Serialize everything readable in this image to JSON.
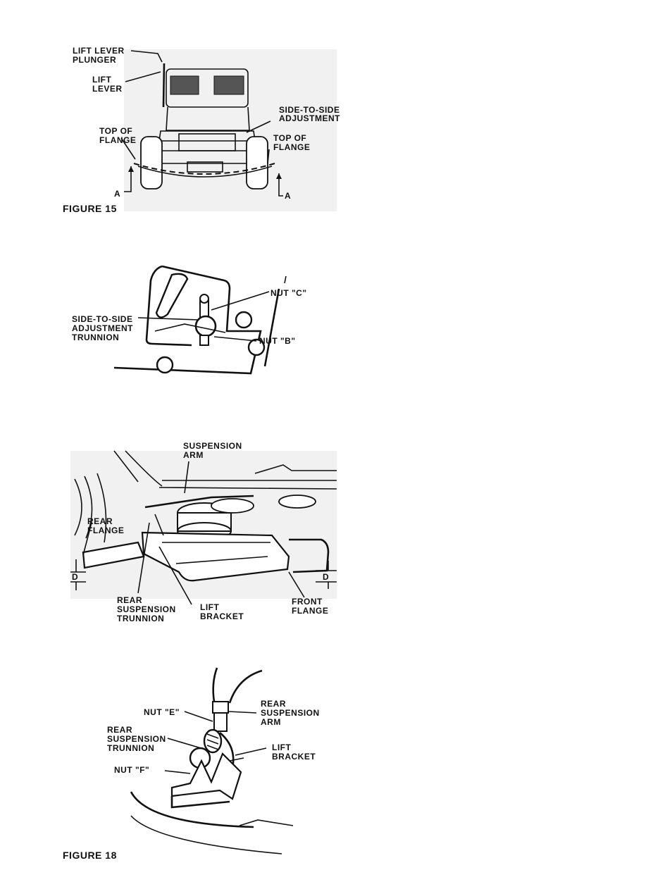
{
  "figure15": {
    "caption": "FIGURE 15",
    "labels": {
      "lift_lever_plunger_1": "LIFT LEVER",
      "lift_lever_plunger_2": "PLUNGER",
      "lift_lever_1": "LIFT",
      "lift_lever_2": "LEVER",
      "side_adj_1": "SIDE-TO-SIDE",
      "side_adj_2": "ADJUSTMENT",
      "top_flange_left_1": "TOP OF",
      "top_flange_left_2": "FLANGE",
      "top_flange_right_1": "TOP OF",
      "top_flange_right_2": "FLANGE",
      "a_left": "A",
      "a_right": "A"
    }
  },
  "figure16": {
    "labels": {
      "trunnion_1": "SIDE-TO-SIDE",
      "trunnion_2": "ADJUSTMENT",
      "trunnion_3": "TRUNNION",
      "nut_c": "NUT \"C\"",
      "nut_b": "NUT \"B\""
    }
  },
  "figure17": {
    "labels": {
      "suspension_arm_1": "SUSPENSION",
      "suspension_arm_2": "ARM",
      "rear_flange_1": "REAR",
      "rear_flange_2": "FLANGE",
      "d_left": "D",
      "d_right": "D",
      "rear_trunnion_1": "REAR",
      "rear_trunnion_2": "SUSPENSION",
      "rear_trunnion_3": "TRUNNION",
      "lift_bracket_1": "LIFT",
      "lift_bracket_2": "BRACKET",
      "front_flange_1": "FRONT",
      "front_flange_2": "FLANGE"
    }
  },
  "figure18": {
    "caption": "FIGURE 18",
    "labels": {
      "nut_e": "NUT \"E\"",
      "rear_arm_1": "REAR",
      "rear_arm_2": "SUSPENSION",
      "rear_arm_3": "ARM",
      "rear_trunnion_1": "REAR",
      "rear_trunnion_2": "SUSPENSION",
      "rear_trunnion_3": "TRUNNION",
      "lift_bracket_1": "LIFT",
      "lift_bracket_2": "BRACKET",
      "nut_f": "NUT \"F\""
    }
  }
}
